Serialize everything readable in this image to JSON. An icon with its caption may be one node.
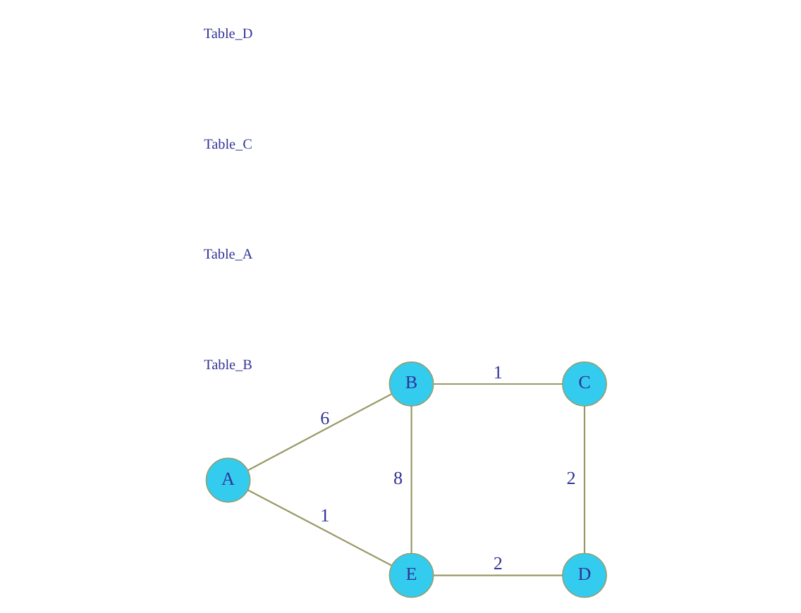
{
  "diagram": {
    "nodes": [
      {
        "text": [
          "A"
        ]
      },
      {
        "text": [
          "B"
        ]
      },
      {
        "text": [
          "C"
        ]
      },
      {
        "text": [
          "D"
        ]
      },
      {
        "text": [
          "E"
        ]
      }
    ],
    "edges": [
      {
        "from": 0,
        "to": 1,
        "arrow": "none",
        "label": "6"
      },
      {
        "from": 1,
        "to": 2,
        "arrow": "none",
        "label": "1"
      },
      {
        "from": 2,
        "to": 3,
        "arrow": "none",
        "label": "2"
      },
      {
        "from": 3,
        "to": 4,
        "arrow": "none",
        "label": "2"
      },
      {
        "from": 0,
        "to": 4,
        "arrow": "none",
        "label": "1"
      },
      {
        "from": 1,
        "to": 4,
        "arrow": "none",
        "label": "8"
      }
    ],
    "labels": [
      "Table_B",
      "Table_A",
      "Table_C",
      "Table_D"
    ]
  }
}
